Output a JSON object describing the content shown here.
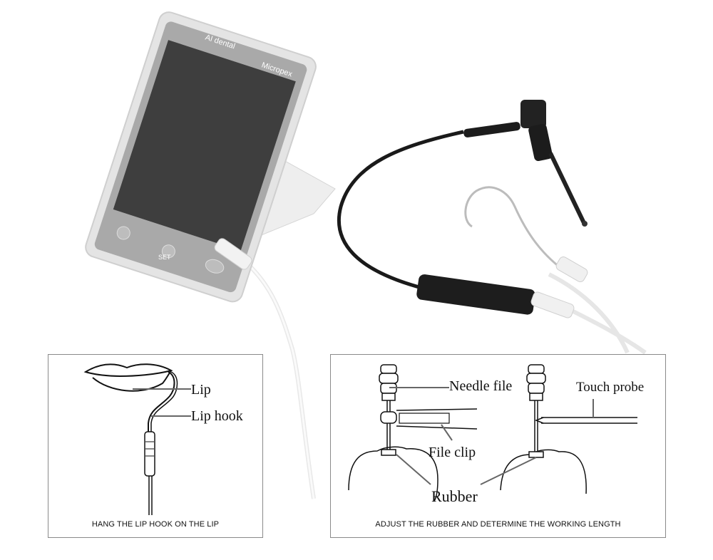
{
  "device": {
    "brand_left": "AI dental",
    "brand_right": "Micropex",
    "buttons": [
      "power-icon",
      "speaker-icon",
      "SET"
    ]
  },
  "panel_left": {
    "labels": {
      "lip": "Lip",
      "lip_hook": "Lip hook"
    },
    "caption": "HANG THE LIP HOOK ON THE LIP"
  },
  "panel_right": {
    "labels": {
      "needle_file": "Needle file",
      "touch_probe": "Touch probe",
      "file_clip": "File clip",
      "rubber": "Rubber"
    },
    "caption": "ADJUST THE RUBBER AND DETERMINE THE WORKING LENGTH"
  },
  "colors": {
    "device_body": "#e6e6e6",
    "screen": "#3f3f3f",
    "cable": "#1a1a1a",
    "white_cable": "#f3f3f3"
  }
}
